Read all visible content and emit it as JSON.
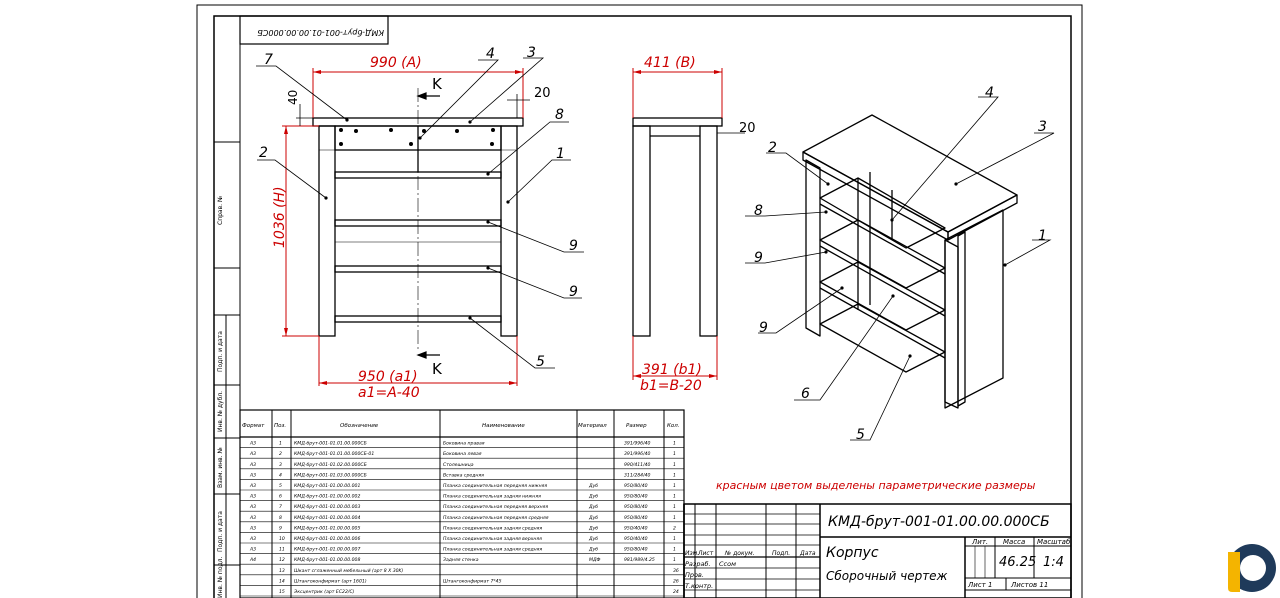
{
  "stamp_code_top": "КМД-брут-001-01.00.00.000СБ",
  "dims": {
    "width_top": "990 (A)",
    "width_bottom": "950 (a1)",
    "width_formula": "a1=A-40",
    "height": "1036 (H)",
    "top_thickness": "40",
    "overhang": "20",
    "depth_top": "411 (B)",
    "depth_bottom": "391 (b1)",
    "depth_formula": "b1=B-20",
    "overhang_side": "20",
    "section": "K"
  },
  "callouts": {
    "front": [
      "7",
      "4",
      "3",
      "8",
      "2",
      "1",
      "9",
      "9",
      "5"
    ],
    "iso": [
      "4",
      "3",
      "2",
      "1",
      "8",
      "9",
      "9",
      "6",
      "5"
    ]
  },
  "note": "красным цветом выделены параметрические размеры",
  "side_labels": [
    "Справ. №",
    "Подп. и дата",
    "Инв. № дубл.",
    "Взам. инв. №",
    "Подп. и дата",
    "Инв. № подл."
  ],
  "spec_table": {
    "headers": [
      "Формат",
      "Поз.",
      "Обозначение",
      "Наименование",
      "Материал",
      "Размер",
      "Кол."
    ],
    "rows": [
      [
        "A3",
        "1",
        "КМД-брут-001-01.01.00.000СБ",
        "Боковина правая",
        "",
        "391/996/40",
        "1"
      ],
      [
        "A3",
        "2",
        "КМД-брут-001-01.01.00.000СБ-01",
        "Боковина левая",
        "",
        "391/996/40",
        "1"
      ],
      [
        "A3",
        "3",
        "КМД-брут-001-01.02.00.000СБ",
        "Столешница",
        "",
        "990/411/40",
        "1"
      ],
      [
        "A3",
        "4",
        "КМД-брут-001-01.03.00.000СБ",
        "Вставка средняя",
        "",
        "311/284/40",
        "1"
      ],
      [
        "A3",
        "5",
        "КМД-брут-001-01.00.00.001",
        "Планка соединительная передняя нижняя",
        "Дуб",
        "950/80/40",
        "1"
      ],
      [
        "A3",
        "6",
        "КМД-брут-001-01.00.00.002",
        "Планка соединительная задняя нижняя",
        "Дуб",
        "950/80/40",
        "1"
      ],
      [
        "A3",
        "7",
        "КМД-брут-001-01.00.00.003",
        "Планка соединительная передняя верхняя",
        "Дуб",
        "950/80/40",
        "1"
      ],
      [
        "A3",
        "8",
        "КМД-брут-001-01.00.00.004",
        "Планка соединительная передняя средняя",
        "Дуб",
        "950/80/40",
        "1"
      ],
      [
        "A3",
        "9",
        "КМД-брут-001-01.00.00.005",
        "Планка соединительная задняя средняя",
        "Дуб",
        "950/40/40",
        "2"
      ],
      [
        "A3",
        "10",
        "КМД-брут-001-01.00.00.006",
        "Планка соединительная задняя верхняя",
        "Дуб",
        "950/40/40",
        "1"
      ],
      [
        "A3",
        "11",
        "КМД-брут-001-01.00.00.007",
        "Планка соединительная задняя средняя",
        "Дуб",
        "950/80/40",
        "1"
      ],
      [
        "A4",
        "12",
        "КМД-брут-001-01.00.00.008",
        "Задняя стенка",
        "МДФ",
        "981/989/4.25",
        "1"
      ],
      [
        "",
        "13",
        "Шкант сглаженный мебельный (арт 8 X 30K)",
        "",
        "",
        "",
        "36"
      ],
      [
        "",
        "14",
        "Штангоконфирмат (арт 1601)",
        "Штангоконфирмат 7*45",
        "",
        "",
        "26"
      ],
      [
        "",
        "15",
        "Эксцентрик (арт EC22/C)",
        "",
        "",
        "",
        "24"
      ]
    ]
  },
  "title_block": {
    "code": "КМД-брут-001-01.00.00.000СБ",
    "name": "Корпус",
    "doc_type": "Сборочный чертеж",
    "col_lit": "Лит.",
    "col_mass": "Масса",
    "col_scale": "Масштаб",
    "mass": "46.25",
    "scale": "1:4",
    "sheet": "Лист 1",
    "sheets": "Листов 11",
    "rev_headers": [
      "Изм.",
      "Лист",
      "№ докум.",
      "Подп.",
      "Дата"
    ],
    "row_labels": [
      "Разраб.",
      "Пров.",
      "Т.контр."
    ],
    "developer": "Ссом"
  },
  "colors": {
    "dimension": "#cc0000",
    "line": "#000000",
    "logo_blue": "#1f3a5a",
    "logo_yellow": "#f4b400"
  }
}
